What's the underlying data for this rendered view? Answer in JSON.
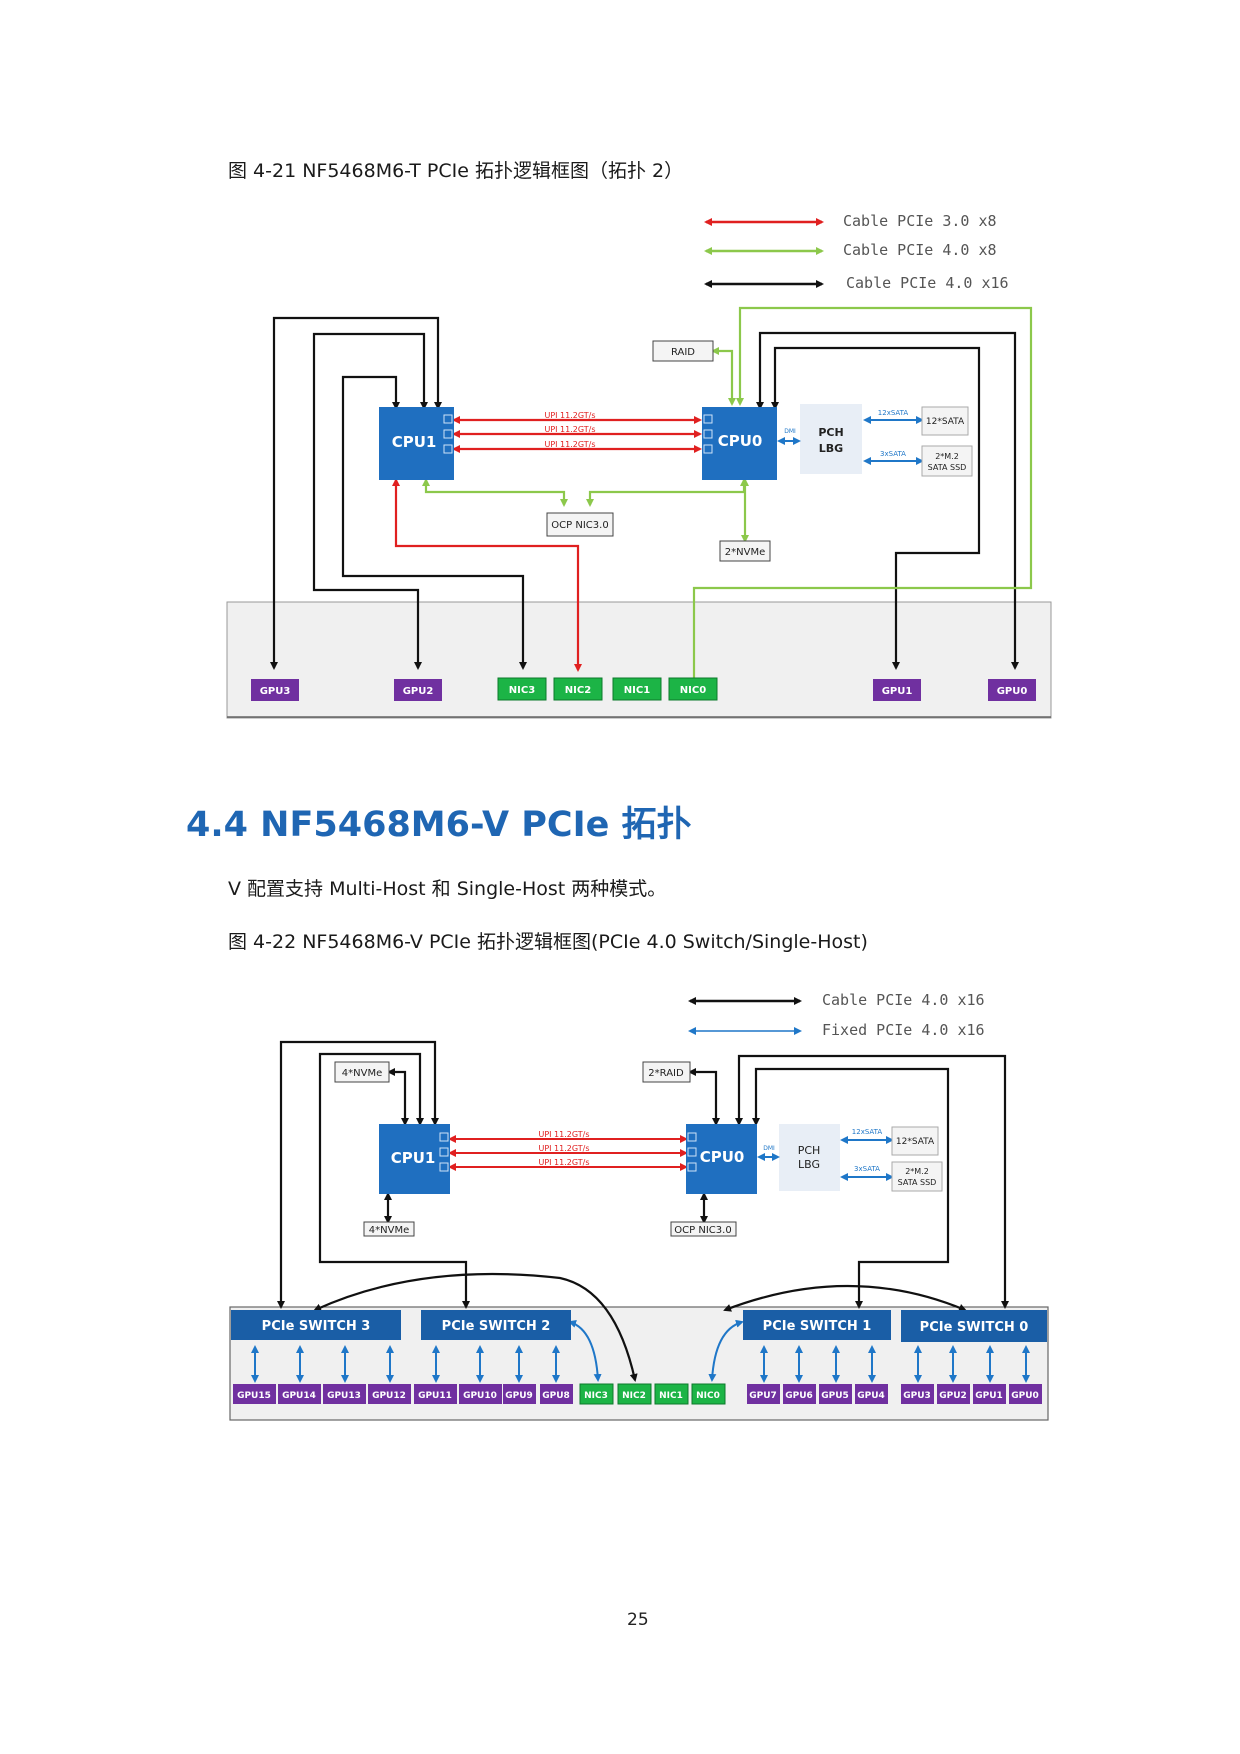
{
  "figure1": {
    "caption": "图 4-21 NF5468M6-T PCIe 拓扑逻辑框图（拓扑 2）",
    "legend": [
      {
        "label": "Cable PCIe 3.0 x8",
        "color": "#e02020"
      },
      {
        "label": "Cable PCIe 4.0 x8",
        "color": "#8cc84b"
      },
      {
        "label": "Cable PCIe 4.0 x16",
        "color": "#111111"
      }
    ],
    "cpu1": "CPU1",
    "cpu0": "CPU0",
    "upi": [
      "UPI 11.2GT/s",
      "UPI 11.2GT/s",
      "UPI 11.2GT/s"
    ],
    "raid": "RAID",
    "pch": [
      "PCH",
      "LBG"
    ],
    "dmi": "DMI",
    "sata12_link": "12xSATA",
    "sata12": "12*SATA",
    "sata3_link": "3xSATA",
    "m2": [
      "2*M.2",
      "SATA SSD"
    ],
    "ocp": "OCP NIC3.0",
    "nvme": "2*NVMe",
    "gpus": [
      "GPU3",
      "GPU2",
      "GPU1",
      "GPU0"
    ],
    "nics": [
      "NIC3",
      "NIC2",
      "NIC1",
      "NIC0"
    ]
  },
  "section": {
    "heading": "4.4 NF5468M6-V PCIe 拓扑",
    "body": "V 配置支持 Multi-Host 和 Single-Host 两种模式。"
  },
  "figure2": {
    "caption": "图 4-22 NF5468M6-V PCIe 拓扑逻辑框图(PCIe 4.0 Switch/Single-Host)",
    "legend": [
      {
        "label": "Cable PCIe 4.0 x16",
        "color": "#111111"
      },
      {
        "label": "Fixed PCIe 4.0 x16",
        "color": "#1f77c8"
      }
    ],
    "cpu1": "CPU1",
    "cpu0": "CPU0",
    "upi": [
      "UPI 11.2GT/s",
      "UPI 11.2GT/s",
      "UPI 11.2GT/s"
    ],
    "nvme_top": "4*NVMe",
    "nvme_bottom": "4*NVMe",
    "raid": "2*RAID",
    "ocp": "OCP NIC3.0",
    "pch": [
      "PCH",
      "LBG"
    ],
    "dmi": "DMI",
    "sata12_link": "12xSATA",
    "sata12": "12*SATA",
    "sata3_link": "3xSATA",
    "m2": [
      "2*M.2",
      "SATA SSD"
    ],
    "switches": [
      "PCIe SWITCH 3",
      "PCIe SWITCH 2",
      "PCIe SWITCH 1",
      "PCIe SWITCH 0"
    ],
    "gpus_left": [
      "GPU15",
      "GPU14",
      "GPU13",
      "GPU12",
      "GPU11",
      "GPU10",
      "GPU9",
      "GPU8"
    ],
    "nics": [
      "NIC3",
      "NIC2",
      "NIC1",
      "NIC0"
    ],
    "gpus_right": [
      "GPU7",
      "GPU6",
      "GPU5",
      "GPU4",
      "GPU3",
      "GPU2",
      "GPU1",
      "GPU0"
    ]
  },
  "page_number": "25"
}
